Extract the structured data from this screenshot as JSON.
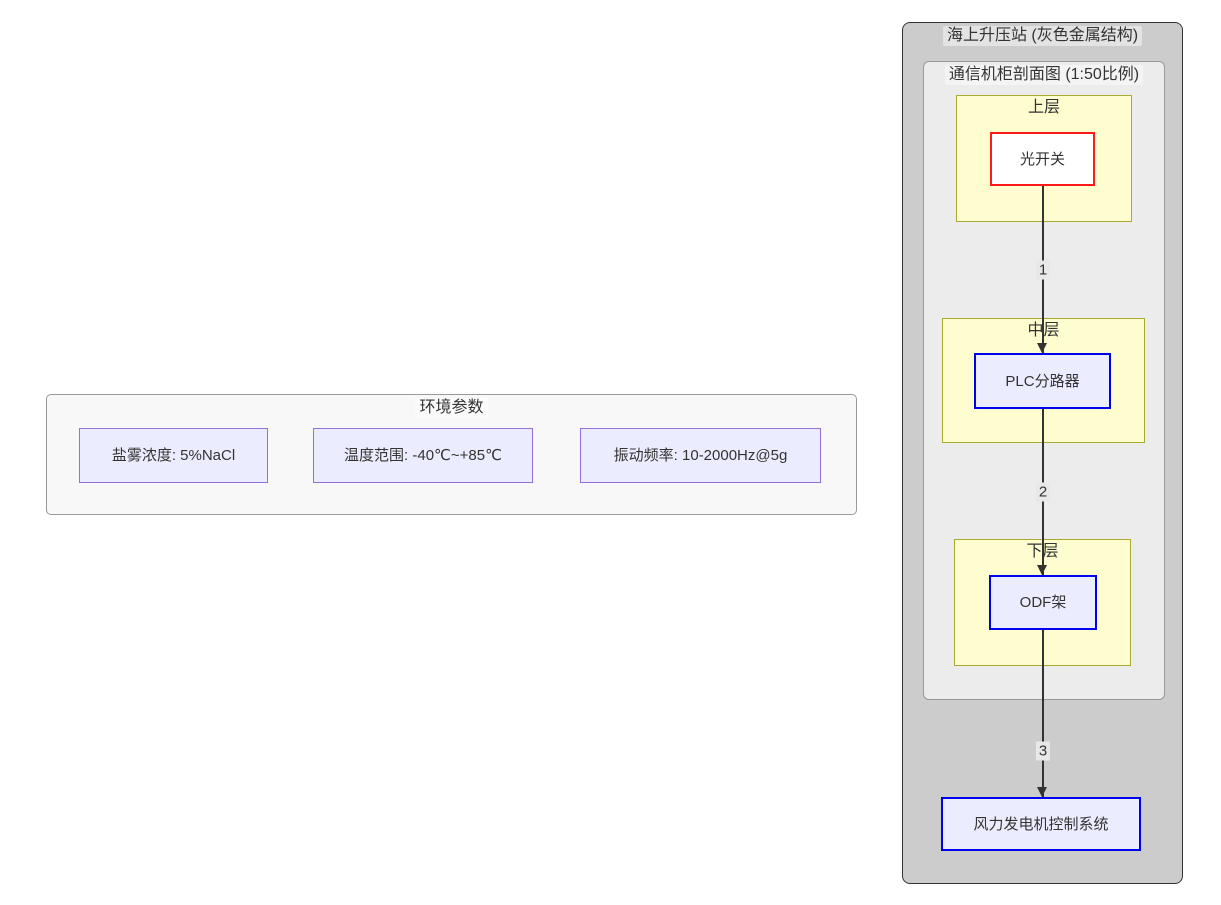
{
  "env": {
    "title": "环境参数",
    "items": [
      {
        "label": "盐雾浓度: 5%NaCl"
      },
      {
        "label": "温度范围: -40℃~+85℃"
      },
      {
        "label": "振动频率: 10-2000Hz@5g"
      }
    ]
  },
  "station": {
    "title": "海上升压站 (灰色金属结构)",
    "cabinet": {
      "title": "通信机柜剖面图 (1:50比例)",
      "layers": [
        {
          "title": "上层",
          "device": "光开关"
        },
        {
          "title": "中层",
          "device": "PLC分路器"
        },
        {
          "title": "下层",
          "device": "ODF架"
        }
      ]
    },
    "terminal": "风力发电机控制系统"
  },
  "edges": [
    {
      "label": "1"
    },
    {
      "label": "2"
    },
    {
      "label": "3"
    }
  ],
  "colors": {
    "station_fill": "#cccccc",
    "station_border": "#333333",
    "cabinet_fill": "#ececec",
    "layer_fill": "#fdfdd0",
    "layer_border": "#aaaa33",
    "node_fill": "#ececff",
    "node_border_purple": "#9370db",
    "node_border_blue": "#0000ee",
    "node_border_red": "#ff1a1a",
    "edge_color": "#333333",
    "edge_label_bg": "#e8e8e8"
  }
}
